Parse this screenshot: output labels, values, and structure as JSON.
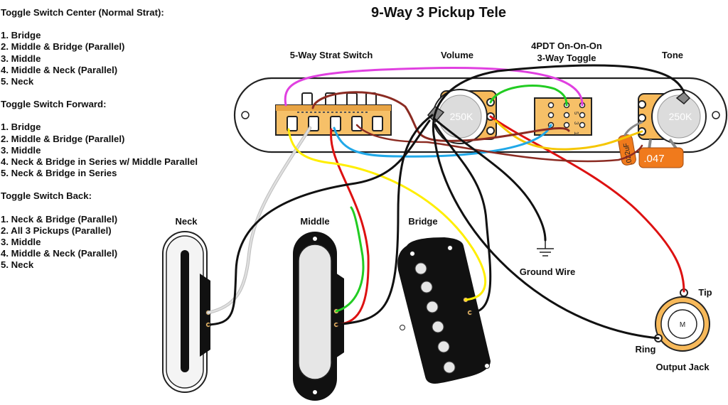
{
  "title": "9-Way 3 Pickup Tele",
  "legend": {
    "sections": [
      {
        "heading": "Toggle Switch Center (Normal Strat):",
        "items": [
          "1. Bridge",
          "2. Middle & Bridge (Parallel)",
          "3. Middle",
          "4. Middle & Neck (Parallel)",
          "5. Neck"
        ]
      },
      {
        "heading": "Toggle Switch Forward:",
        "items": [
          "1. Bridge",
          "2. Middle & Bridge (Parallel)",
          "3. Middle",
          "4. Neck & Bridge in Series w/ Middle Parallel",
          "5. Neck & Bridge in Series"
        ]
      },
      {
        "heading": "Toggle Switch Back:",
        "items": [
          "1. Neck & Bridge (Parallel)",
          "2. All 3 Pickups (Parallel)",
          "3. Middle",
          "4. Middle & Neck (Parallel)",
          "5. Neck"
        ]
      }
    ]
  },
  "labels": {
    "strat_switch": "5-Way Strat Switch",
    "volume": "Volume",
    "toggle_line1": "4PDT On-On-On",
    "toggle_line2": "3-Way Toggle",
    "tone": "Tone",
    "neck": "Neck",
    "middle": "Middle",
    "bridge": "Bridge",
    "ground_wire": "Ground Wire",
    "tip": "Tip",
    "ring": "Ring",
    "output_jack": "Output Jack"
  },
  "components": {
    "volume_pot": "250K",
    "tone_pot": "250K",
    "cap_small": ".022uF",
    "cap_large": ".047",
    "jack_center": "M",
    "toggle_lugs": [
      "1",
      "3",
      "5"
    ]
  },
  "colors": {
    "plate": "#ffffff",
    "pot_body": "#f7b95a",
    "cap_orange": "#f07a1c",
    "wire_white": "#d8d8d8",
    "wire_yellow": "#ffee00",
    "wire_red": "#dd1111",
    "wire_blue": "#20a8e8",
    "wire_green": "#22cc22",
    "wire_magenta": "#e040e0",
    "wire_brown": "#8b2b22",
    "wire_black": "#111111"
  }
}
